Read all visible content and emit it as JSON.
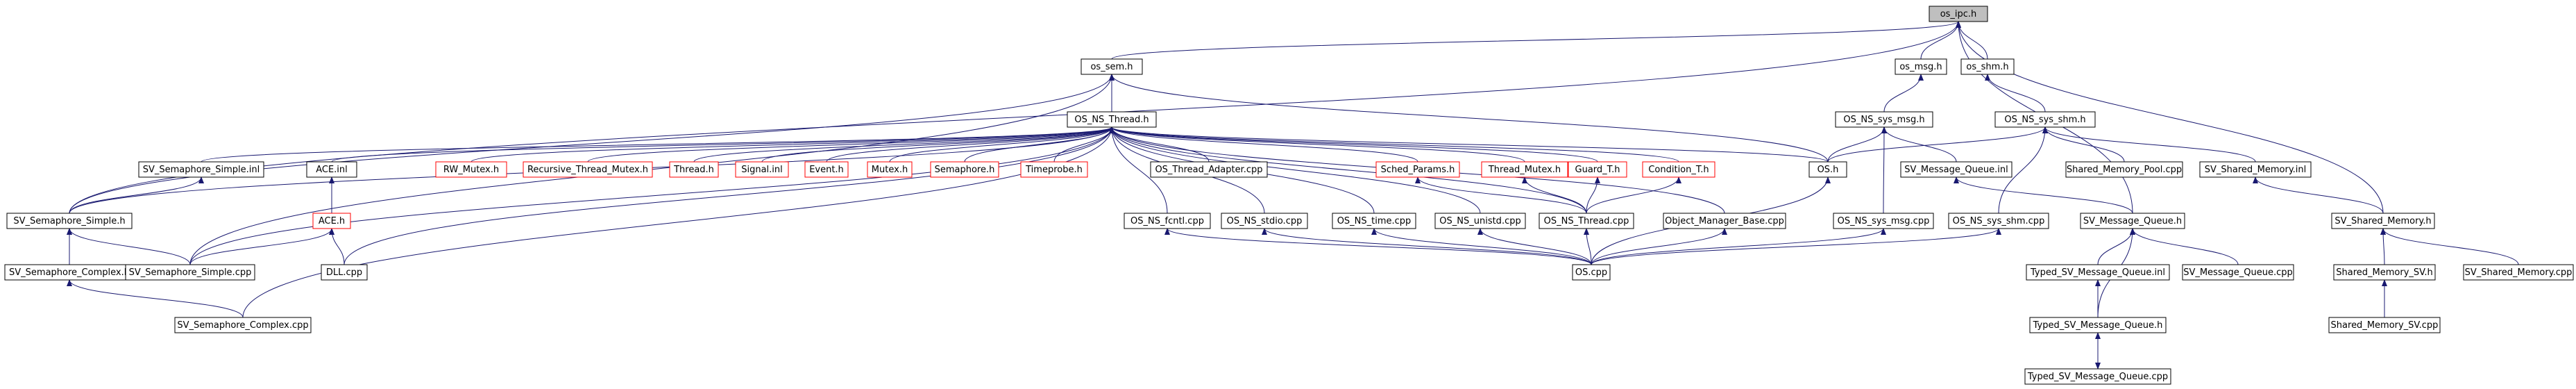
{
  "colors": {
    "edge": "#191970",
    "box_border_default": "#000000",
    "box_border_incomplete": "#ff0000",
    "root_fill": "#bfbfbf",
    "node_fill": "#ffffff"
  },
  "nodes": [
    {
      "id": "os_ipc_h",
      "label": "os_ipc.h",
      "style": "root"
    },
    {
      "id": "os_sem_h",
      "label": "os_sem.h",
      "style": "normal"
    },
    {
      "id": "os_msg_h",
      "label": "os_msg.h",
      "style": "normal"
    },
    {
      "id": "os_shm_h",
      "label": "os_shm.h",
      "style": "normal"
    },
    {
      "id": "os_ns_thread_h",
      "label": "OS_NS_Thread.h",
      "style": "normal"
    },
    {
      "id": "os_ns_sys_msg_h",
      "label": "OS_NS_sys_msg.h",
      "style": "normal"
    },
    {
      "id": "os_ns_sys_shm_h",
      "label": "OS_NS_sys_shm.h",
      "style": "normal"
    },
    {
      "id": "sv_semaphore_simple_inl",
      "label": "SV_Semaphore_Simple.inl",
      "style": "normal"
    },
    {
      "id": "ace_inl",
      "label": "ACE.inl",
      "style": "normal"
    },
    {
      "id": "rw_mutex_h",
      "label": "RW_Mutex.h",
      "style": "incomplete"
    },
    {
      "id": "recursive_thread_mutex_h",
      "label": "Recursive_Thread_Mutex.h",
      "style": "incomplete"
    },
    {
      "id": "thread_h",
      "label": "Thread.h",
      "style": "incomplete"
    },
    {
      "id": "signal_inl",
      "label": "Signal.inl",
      "style": "incomplete"
    },
    {
      "id": "event_h",
      "label": "Event.h",
      "style": "incomplete"
    },
    {
      "id": "mutex_h",
      "label": "Mutex.h",
      "style": "incomplete"
    },
    {
      "id": "semaphore_h",
      "label": "Semaphore.h",
      "style": "incomplete"
    },
    {
      "id": "timeprobe_h",
      "label": "Timeprobe.h",
      "style": "incomplete"
    },
    {
      "id": "os_thread_adapter_cpp",
      "label": "OS_Thread_Adapter.cpp",
      "style": "normal"
    },
    {
      "id": "sched_params_h",
      "label": "Sched_Params.h",
      "style": "incomplete"
    },
    {
      "id": "thread_mutex_h",
      "label": "Thread_Mutex.h",
      "style": "incomplete"
    },
    {
      "id": "guard_t_h",
      "label": "Guard_T.h",
      "style": "incomplete"
    },
    {
      "id": "condition_t_h",
      "label": "Condition_T.h",
      "style": "incomplete"
    },
    {
      "id": "os_h",
      "label": "OS.h",
      "style": "normal"
    },
    {
      "id": "sv_message_queue_inl",
      "label": "SV_Message_Queue.inl",
      "style": "normal"
    },
    {
      "id": "shared_memory_pool_cpp",
      "label": "Shared_Memory_Pool.cpp",
      "style": "normal"
    },
    {
      "id": "sv_shared_memory_inl",
      "label": "SV_Shared_Memory.inl",
      "style": "normal"
    },
    {
      "id": "sv_semaphore_simple_h",
      "label": "SV_Semaphore_Simple.h",
      "style": "normal"
    },
    {
      "id": "ace_h",
      "label": "ACE.h",
      "style": "incomplete"
    },
    {
      "id": "os_ns_fcntl_cpp",
      "label": "OS_NS_fcntl.cpp",
      "style": "normal"
    },
    {
      "id": "os_ns_stdio_cpp",
      "label": "OS_NS_stdio.cpp",
      "style": "normal"
    },
    {
      "id": "os_ns_time_cpp",
      "label": "OS_NS_time.cpp",
      "style": "normal"
    },
    {
      "id": "os_ns_unistd_cpp",
      "label": "OS_NS_unistd.cpp",
      "style": "normal"
    },
    {
      "id": "os_ns_thread_cpp",
      "label": "OS_NS_Thread.cpp",
      "style": "normal"
    },
    {
      "id": "object_manager_base_cpp",
      "label": "Object_Manager_Base.cpp",
      "style": "normal"
    },
    {
      "id": "os_ns_sys_msg_cpp",
      "label": "OS_NS_sys_msg.cpp",
      "style": "normal"
    },
    {
      "id": "os_ns_sys_shm_cpp",
      "label": "OS_NS_sys_shm.cpp",
      "style": "normal"
    },
    {
      "id": "sv_message_queue_h",
      "label": "SV_Message_Queue.h",
      "style": "normal"
    },
    {
      "id": "sv_shared_memory_h",
      "label": "SV_Shared_Memory.h",
      "style": "normal"
    },
    {
      "id": "sv_semaphore_complex_h",
      "label": "SV_Semaphore_Complex.h",
      "style": "normal"
    },
    {
      "id": "sv_semaphore_simple_cpp",
      "label": "SV_Semaphore_Simple.cpp",
      "style": "normal"
    },
    {
      "id": "dll_cpp",
      "label": "DLL.cpp",
      "style": "normal"
    },
    {
      "id": "os_cpp",
      "label": "OS.cpp",
      "style": "normal"
    },
    {
      "id": "typed_sv_message_queue_inl",
      "label": "Typed_SV_Message_Queue.inl",
      "style": "normal"
    },
    {
      "id": "sv_message_queue_cpp",
      "label": "SV_Message_Queue.cpp",
      "style": "normal"
    },
    {
      "id": "shared_memory_sv_h",
      "label": "Shared_Memory_SV.h",
      "style": "normal"
    },
    {
      "id": "sv_shared_memory_cpp",
      "label": "SV_Shared_Memory.cpp",
      "style": "normal"
    },
    {
      "id": "sv_semaphore_complex_cpp",
      "label": "SV_Semaphore_Complex.cpp",
      "style": "normal"
    },
    {
      "id": "typed_sv_message_queue_h",
      "label": "Typed_SV_Message_Queue.h",
      "style": "normal"
    },
    {
      "id": "shared_memory_sv_cpp",
      "label": "Shared_Memory_SV.cpp",
      "style": "normal"
    },
    {
      "id": "typed_sv_message_queue_cpp",
      "label": "Typed_SV_Message_Queue.cpp",
      "style": "normal"
    }
  ],
  "edges": [
    {
      "from": "os_sem_h",
      "to": "os_ipc_h"
    },
    {
      "from": "os_msg_h",
      "to": "os_ipc_h"
    },
    {
      "from": "os_shm_h",
      "to": "os_ipc_h"
    },
    {
      "from": "sv_semaphore_simple_h",
      "to": "os_ipc_h"
    },
    {
      "from": "sv_message_queue_h",
      "to": "os_ipc_h"
    },
    {
      "from": "sv_shared_memory_h",
      "to": "os_ipc_h"
    },
    {
      "from": "os_ns_thread_h",
      "to": "os_sem_h"
    },
    {
      "from": "os_h",
      "to": "os_sem_h"
    },
    {
      "from": "sv_semaphore_simple_h",
      "to": "os_sem_h"
    },
    {
      "from": "sv_semaphore_simple_cpp",
      "to": "os_sem_h"
    },
    {
      "from": "os_ns_sys_msg_h",
      "to": "os_msg_h"
    },
    {
      "from": "os_ns_sys_shm_h",
      "to": "os_shm_h"
    },
    {
      "from": "sv_semaphore_simple_inl",
      "to": "os_ns_thread_h"
    },
    {
      "from": "ace_inl",
      "to": "os_ns_thread_h"
    },
    {
      "from": "rw_mutex_h",
      "to": "os_ns_thread_h"
    },
    {
      "from": "recursive_thread_mutex_h",
      "to": "os_ns_thread_h"
    },
    {
      "from": "thread_h",
      "to": "os_ns_thread_h"
    },
    {
      "from": "signal_inl",
      "to": "os_ns_thread_h"
    },
    {
      "from": "event_h",
      "to": "os_ns_thread_h"
    },
    {
      "from": "mutex_h",
      "to": "os_ns_thread_h"
    },
    {
      "from": "semaphore_h",
      "to": "os_ns_thread_h"
    },
    {
      "from": "timeprobe_h",
      "to": "os_ns_thread_h"
    },
    {
      "from": "os_thread_adapter_cpp",
      "to": "os_ns_thread_h"
    },
    {
      "from": "sched_params_h",
      "to": "os_ns_thread_h"
    },
    {
      "from": "thread_mutex_h",
      "to": "os_ns_thread_h"
    },
    {
      "from": "guard_t_h",
      "to": "os_ns_thread_h"
    },
    {
      "from": "condition_t_h",
      "to": "os_ns_thread_h"
    },
    {
      "from": "os_h",
      "to": "os_ns_thread_h"
    },
    {
      "from": "sv_semaphore_simple_h",
      "to": "os_ns_thread_h"
    },
    {
      "from": "sv_semaphore_simple_cpp",
      "to": "os_ns_thread_h"
    },
    {
      "from": "dll_cpp",
      "to": "os_ns_thread_h"
    },
    {
      "from": "sv_semaphore_complex_cpp",
      "to": "os_ns_thread_h"
    },
    {
      "from": "os_ns_fcntl_cpp",
      "to": "os_ns_thread_h"
    },
    {
      "from": "os_ns_stdio_cpp",
      "to": "os_ns_thread_h"
    },
    {
      "from": "os_ns_time_cpp",
      "to": "os_ns_thread_h"
    },
    {
      "from": "os_ns_unistd_cpp",
      "to": "os_ns_thread_h"
    },
    {
      "from": "os_ns_thread_cpp",
      "to": "os_ns_thread_h"
    },
    {
      "from": "object_manager_base_cpp",
      "to": "os_ns_thread_h"
    },
    {
      "from": "os_h",
      "to": "os_ns_sys_msg_h"
    },
    {
      "from": "sv_message_queue_inl",
      "to": "os_ns_sys_msg_h"
    },
    {
      "from": "os_ns_sys_msg_cpp",
      "to": "os_ns_sys_msg_h"
    },
    {
      "from": "os_h",
      "to": "os_ns_sys_shm_h"
    },
    {
      "from": "shared_memory_pool_cpp",
      "to": "os_ns_sys_shm_h"
    },
    {
      "from": "sv_shared_memory_inl",
      "to": "os_ns_sys_shm_h"
    },
    {
      "from": "os_ns_sys_shm_cpp",
      "to": "os_ns_sys_shm_h"
    },
    {
      "from": "sv_semaphore_simple_h",
      "to": "sv_semaphore_simple_inl"
    },
    {
      "from": "ace_h",
      "to": "ace_inl"
    },
    {
      "from": "os_cpp",
      "to": "os_h"
    },
    {
      "from": "sv_message_queue_h",
      "to": "sv_message_queue_inl"
    },
    {
      "from": "sv_shared_memory_h",
      "to": "sv_shared_memory_inl"
    },
    {
      "from": "sv_semaphore_complex_h",
      "to": "sv_semaphore_simple_h"
    },
    {
      "from": "sv_semaphore_simple_cpp",
      "to": "sv_semaphore_simple_h"
    },
    {
      "from": "sv_semaphore_simple_cpp",
      "to": "ace_h"
    },
    {
      "from": "dll_cpp",
      "to": "ace_h"
    },
    {
      "from": "os_cpp",
      "to": "os_ns_fcntl_cpp"
    },
    {
      "from": "os_cpp",
      "to": "os_ns_stdio_cpp"
    },
    {
      "from": "os_cpp",
      "to": "os_ns_time_cpp"
    },
    {
      "from": "os_cpp",
      "to": "os_ns_unistd_cpp"
    },
    {
      "from": "os_cpp",
      "to": "os_ns_thread_cpp"
    },
    {
      "from": "os_cpp",
      "to": "object_manager_base_cpp"
    },
    {
      "from": "os_cpp",
      "to": "os_ns_sys_msg_cpp"
    },
    {
      "from": "os_cpp",
      "to": "os_ns_sys_shm_cpp"
    },
    {
      "from": "os_ns_thread_cpp",
      "to": "sched_params_h"
    },
    {
      "from": "os_ns_thread_cpp",
      "to": "thread_mutex_h"
    },
    {
      "from": "os_ns_thread_cpp",
      "to": "guard_t_h"
    },
    {
      "from": "os_ns_thread_cpp",
      "to": "condition_t_h"
    },
    {
      "from": "typed_sv_message_queue_inl",
      "to": "sv_message_queue_h"
    },
    {
      "from": "sv_message_queue_cpp",
      "to": "sv_message_queue_h"
    },
    {
      "from": "typed_sv_message_queue_h",
      "to": "sv_message_queue_h"
    },
    {
      "from": "shared_memory_sv_h",
      "to": "sv_shared_memory_h"
    },
    {
      "from": "sv_shared_memory_cpp",
      "to": "sv_shared_memory_h"
    },
    {
      "from": "sv_semaphore_complex_cpp",
      "to": "sv_semaphore_complex_h"
    },
    {
      "from": "typed_sv_message_queue_h",
      "to": "typed_sv_message_queue_inl"
    },
    {
      "from": "typed_sv_message_queue_cpp",
      "to": "typed_sv_message_queue_h"
    },
    {
      "from": "shared_memory_sv_cpp",
      "to": "shared_memory_sv_h"
    },
    {
      "from": "typed_sv_message_queue_h",
      "to": "typed_sv_message_queue_cpp"
    }
  ]
}
